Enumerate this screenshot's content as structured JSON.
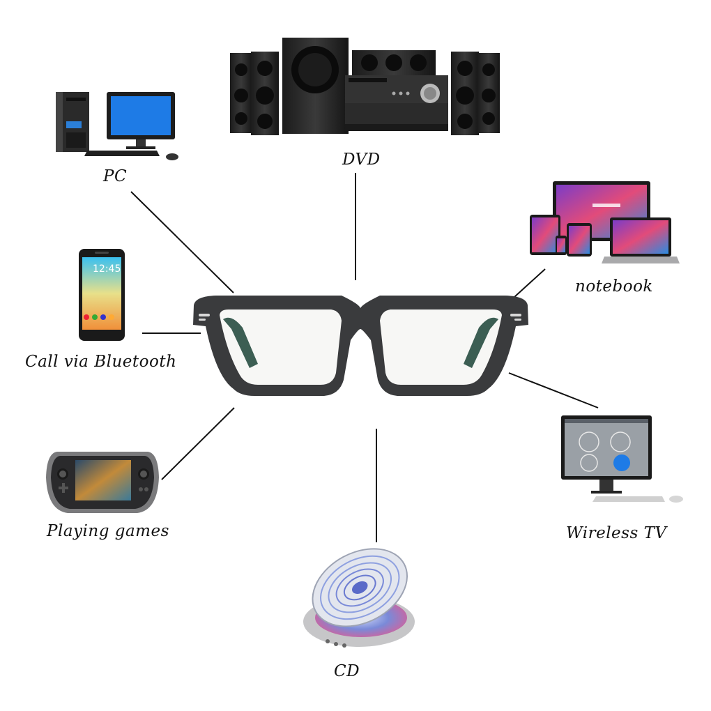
{
  "labels": {
    "pc": "PC",
    "dvd": "DVD",
    "notebook": "notebook",
    "call": "Call via Bluetooth",
    "games": "Playing games",
    "wireless_tv": "Wireless TV",
    "cd": "CD"
  },
  "phone_screen_time": "12:45",
  "colors": {
    "line": "#111111",
    "frame": "#3a3b3d",
    "temple": "#2f5a4c",
    "screen_blue": "#1e7be6"
  }
}
